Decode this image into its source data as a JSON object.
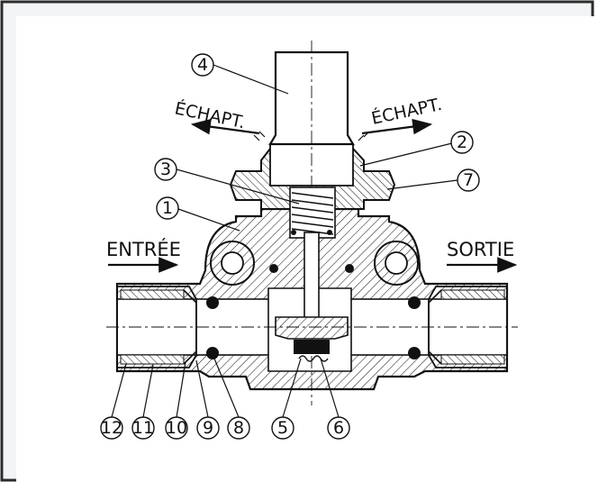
{
  "labels": {
    "inlet": "ENTRÉE",
    "outlet": "SORTIE",
    "exhaust_left": "ÉCHAPT.",
    "exhaust_right": "ÉCHAPT."
  },
  "callouts": [
    "1",
    "2",
    "3",
    "4",
    "5",
    "6",
    "7",
    "8",
    "9",
    "10",
    "11",
    "12"
  ],
  "colors": {
    "frame": "#2b2b2b",
    "background": "#ffffff",
    "panel": "#f3f4f6",
    "line": "#111111"
  }
}
